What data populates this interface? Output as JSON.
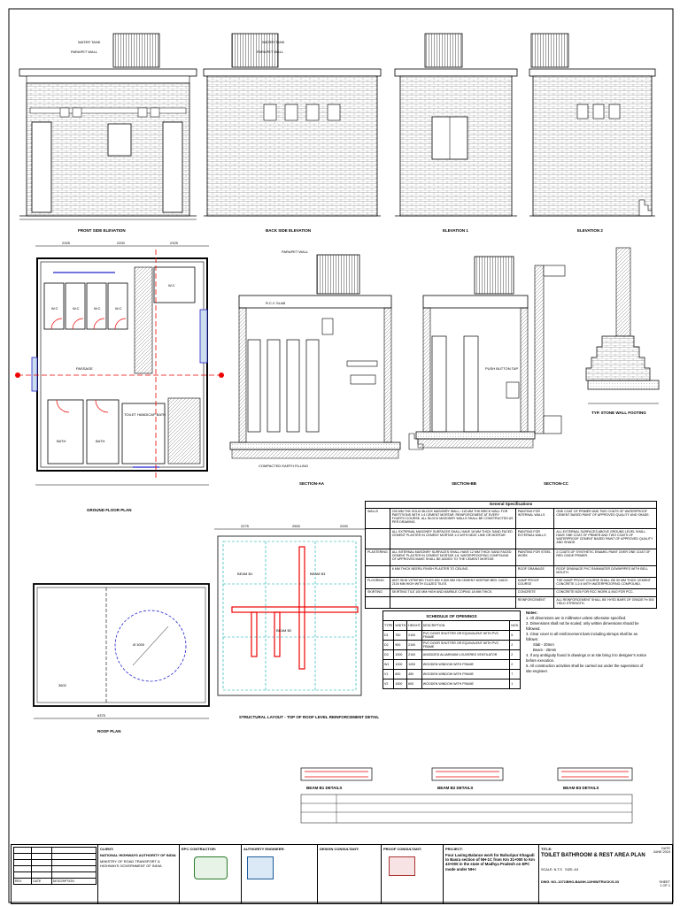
{
  "drawings": {
    "front_elevation": "FRONT SIDE ELEVATION",
    "back_elevation": "BACK SIDE ELEVATION",
    "left_elevation": "ELEVATION 1",
    "right_elevation": "ELEVATION 2",
    "water_tank": "WATER TANK",
    "parapet_wall": "PARAPET WALL",
    "ground_floor_plan": "GROUND FLOOR PLAN",
    "section_a": "SECTION-AA",
    "section_b": "SECTION-BB",
    "section_c": "SECTION-CC",
    "wall_footing": "TYP. STONE WALL FOOTING",
    "rcc_slab": "R.C.C SLAB",
    "earth_filling": "COMPACTED EARTH FILLING",
    "push_button_tap": "PUSH BUTTON TAP",
    "roof_plan": "ROOF PLAN",
    "reinforcement_detail": "STRUCTURAL LAYOUT - TOP OF ROOF LEVEL REINFORCEMENT DETAIL",
    "plan_dims": [
      "2325",
      "2200",
      "2325"
    ],
    "roof_dims": [
      "2275",
      "2500",
      "2000"
    ],
    "sump_dims": [
      "3602",
      "6375"
    ],
    "dia_label": "Ø 3000",
    "room_labels": [
      "W.C",
      "W.C",
      "W.C",
      "W.C",
      "W.C",
      "BATH",
      "BATH",
      "TOILET HANDICAP BATH",
      "PASSAGE"
    ],
    "beam_labels": [
      "BEAM B1",
      "BEAM B2",
      "BEAM B3"
    ]
  },
  "spec": {
    "title": "General Specifications",
    "rows": [
      [
        "WALLS",
        "230 MM THK SOLID BLOCK MASONRY WALL / 115 MM THK BRICK WALL FOR PARTITIONS WITH 1:4 CEMENT MORTAR. REINFORCEMENT AT EVERY FOURTH COURSE. ALL BLOCK MASONRY WALLS SHALL BE CONSTRUCTED AS PER DRAWING.",
        "PAINTING FOR INTERNAL WALLS",
        "ONE COAT OF PRIMER AND TWO COATS OF WATERPROOF CEMENT BASED PAINT OF APPROVED QUALITY AND SHADE."
      ],
      [
        "",
        "ALL EXTERNAL MASONRY SURFACES SHALL HAVE 18 MM THICK SAND FACED CEMENT PLASTER IN CEMENT MORTAR 1:4 WITH NEAT LIME OR MORTAR.",
        "PAINTING FOR EXTERNAL WALLS",
        "ALL EXTERNAL SURFACES ABOVE GROUND LEVEL SHALL HAVE ONE COAT OF PRIMER AND TWO COATS OF WATERPROOF CEMENT BASED PAINT OF APPROVED QUALITY AND SHADE."
      ],
      [
        "PLASTERING",
        "ALL INTERNAL MASONRY SURFACES SHALL HAVE 12 MM THICK SAND FACED CEMENT PLASTER IN CEMENT MORTAR 1:6. WATERPROOFING COMPOUND OF APPROVED MAKE SHALL BE ADDED TO THE CEMENT MORTAR.",
        "PAINTING FOR STEEL WORK",
        "2 COATS OF SYNTHETIC ENAMEL PAINT OVER ONE COAT OF RED OXIDE PRIMER."
      ],
      [
        "",
        "6 MM THICK NEERU FINISH PLASTER TO CEILING.",
        "ROOF DRAINAGE",
        "ROOF DRAINAGE PVC RAINWATER DOWNPIPES WITH BELL MOUTH."
      ],
      [
        "FLOORING",
        "ANTI SKID VITRIFIED TILES 600 X 600 MM ON CEMENT MORTAR BED. DADO 2100 MM HIGH WITH GLAZED TILES.",
        "DAMP PROOF COURSE",
        "THE DAMP PROOF COURSE SHALL BE 50 MM THICK CEMENT CONCRETE 1:2:4 WITH WATERPROOFING COMPOUND."
      ],
      [
        "SKIRTING",
        "SKIRTING TILE 100 MM HIGH AND MARBLE COPING 18 MM THICK.",
        "CONCRETE",
        "CONCRETE M25 FOR RCC WORK & M10 FOR PCC."
      ],
      [
        "",
        "",
        "REINFORCEMENT",
        "ALL REINFORCEMENT SHALL BE HYSD BARS OF GRADE Fe 500 YIELD STRENGTH."
      ]
    ]
  },
  "schedule": {
    "title": "SCHEDULE OF OPENINGS",
    "headers": [
      "TYPE",
      "WIDTH",
      "HEIGHT",
      "DESCRIPTION",
      "NOS."
    ],
    "rows": [
      [
        "D1",
        "750",
        "2100",
        "PVC DOOR SHUTTER OR EQUIVALENT WITH PVC FRAME",
        "5"
      ],
      [
        "D2",
        "900",
        "2100",
        "PVC DOOR SHUTTER OR EQUIVALENT WITH PVC FRAME",
        "2"
      ],
      [
        "D3",
        "1000",
        "2100",
        "ANODIZED ALUMINIUM LOUVERED VENTILATOR",
        "2"
      ],
      [
        "W1",
        "1200",
        "1200",
        "WOODEN WINDOW WITH FRAME",
        "2"
      ],
      [
        "V1",
        "600",
        "450",
        "WOODEN WINDOW WITH FRAME",
        "7"
      ],
      [
        "V2",
        "1500",
        "600",
        "WOODEN WINDOW WITH FRAME",
        "1"
      ]
    ]
  },
  "notes": {
    "title": "Notes:",
    "items": [
      "1. All dimensions are in millimeter unless otherwise specified.",
      "2. Dimensions shall not be scaled; only written dimensions should be followed.",
      "3. Clear cover to all reinforcement bars including stirrups shall be as follows:",
      "   Slab - 20mm",
      "   Beam - 25mm",
      "4. If any ambiguity found in drawings or at site bring it to designer's notice before execution.",
      "5. All construction activities shall be carried out under the supervision of site engineer."
    ]
  },
  "beam_details": [
    "BEAM B1 DETAILS",
    "BEAM B2 DETAILS",
    "BEAM B3 DETAILS"
  ],
  "title_block": {
    "client_label": "CLIENT:",
    "client": "NATIONAL HIGHWAYS AUTHORITY OF INDIA",
    "client_sub": "MINISTRY OF ROAD TRANSPORT & HIGHWAYS GOVERNMENT OF INDIA",
    "epc_label": "EPC CONTRACTOR:",
    "ae_label": "AUTHORITY ENGINEER:",
    "design_label": "DESIGN CONSULTANT:",
    "proof_label": "PROOF CONSULTANT:",
    "project_label": "PROJECT:",
    "project": "Four Laning Balance work for Bahuripur Khagadi to Basra section of NH-1C from Km 31+000 to Km 43+000 in the state of Madhya Pradesh on EPC mode under NH-I",
    "title_label": "TITLE:",
    "title": "TOILET BATHROOM & REST AREA PLAN",
    "date_label": "DATE",
    "date": "JUNE 2019",
    "scale_label": "SCALE",
    "scale": "N.T.S",
    "size_label": "SIZE",
    "size": "A3",
    "dwg_label": "DWG. NO.",
    "dwg_no": "DWG. NO.-1071/BHO-BA/NH-12/HIW/TRUCK/S-03",
    "sheet_label": "SHEET",
    "sheet": "1 OF 1",
    "revision_headers": [
      "REV.",
      "DATE",
      "DESCRIPTION"
    ]
  }
}
